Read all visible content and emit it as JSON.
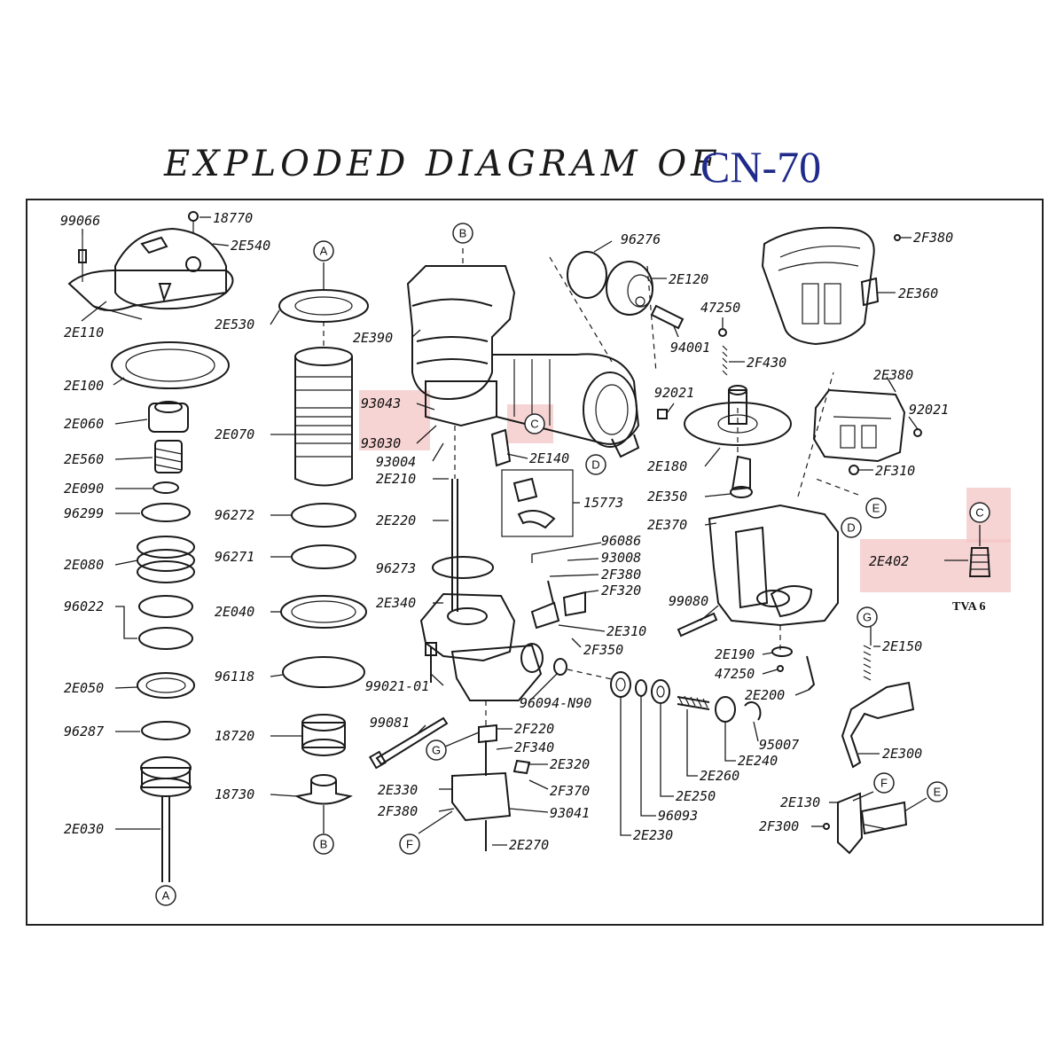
{
  "title": {
    "prefix": "EXPLODED DIAGRAM OF",
    "model": "CN-70"
  },
  "callouts": {
    "A": "A",
    "B": "B",
    "C": "C",
    "D": "D",
    "E": "E",
    "F": "F",
    "G": "G"
  },
  "highlight_note": "TVA 6",
  "labels": {
    "p99066": "99066",
    "p18770": "18770",
    "p2E540": "2E540",
    "p2E110": "2E110",
    "p2E100": "2E100",
    "p2E060": "2E060",
    "p2E560": "2E560",
    "p2E090": "2E090",
    "p96299": "96299",
    "p2E080": "2E080",
    "p96022": "96022",
    "p2E050": "2E050",
    "p96287": "96287",
    "p2E030": "2E030",
    "p2E530": "2E530",
    "p2E070": "2E070",
    "p96272": "96272",
    "p96271": "96271",
    "p2E040": "2E040",
    "p96118": "96118",
    "p18720": "18720",
    "p18730": "18730",
    "p2E390": "2E390",
    "p93043": "93043",
    "p93030": "93030",
    "p93004": "93004",
    "p2E210": "2E210",
    "p2E220": "2E220",
    "p96273": "96273",
    "p2E340": "2E340",
    "p99021": "99021-01",
    "p99081": "99081",
    "p2E330": "2E330",
    "p2F380b": "2F380",
    "p2E140": "2E140",
    "p15773": "15773",
    "p96086": "96086",
    "p93008": "93008",
    "p2F380a": "2F380",
    "p2F320": "2F320",
    "p2E310": "2E310",
    "p2F350": "2F350",
    "p96094": "96094-N90",
    "p2F220": "2F220",
    "p2F340": "2F340",
    "p2E320": "2E320",
    "p2F370": "2F370",
    "p93041": "93041",
    "p2E270": "2E270",
    "p96093": "96093",
    "p2E230": "2E230",
    "p2E250": "2E250",
    "p2E260": "2E260",
    "p2E240": "2E240",
    "p95007": "95007",
    "p96276": "96276",
    "p2E120": "2E120",
    "p94001": "94001",
    "p92021a": "92021",
    "p47250a": "47250",
    "p2F430": "2F430",
    "p2E180": "2E180",
    "p2E350": "2E350",
    "p2E370": "2E370",
    "p99080": "99080",
    "p2E190": "2E190",
    "p47250b": "47250",
    "p2E200": "2E200",
    "p2F380c": "2F380",
    "p2E360": "2E360",
    "p2E380": "2E380",
    "p92021b": "92021",
    "p2F310": "2F310",
    "p2E402": "2E402",
    "p2E150": "2E150",
    "p2E300": "2E300",
    "p2E130": "2E130",
    "p2F300": "2F300"
  }
}
